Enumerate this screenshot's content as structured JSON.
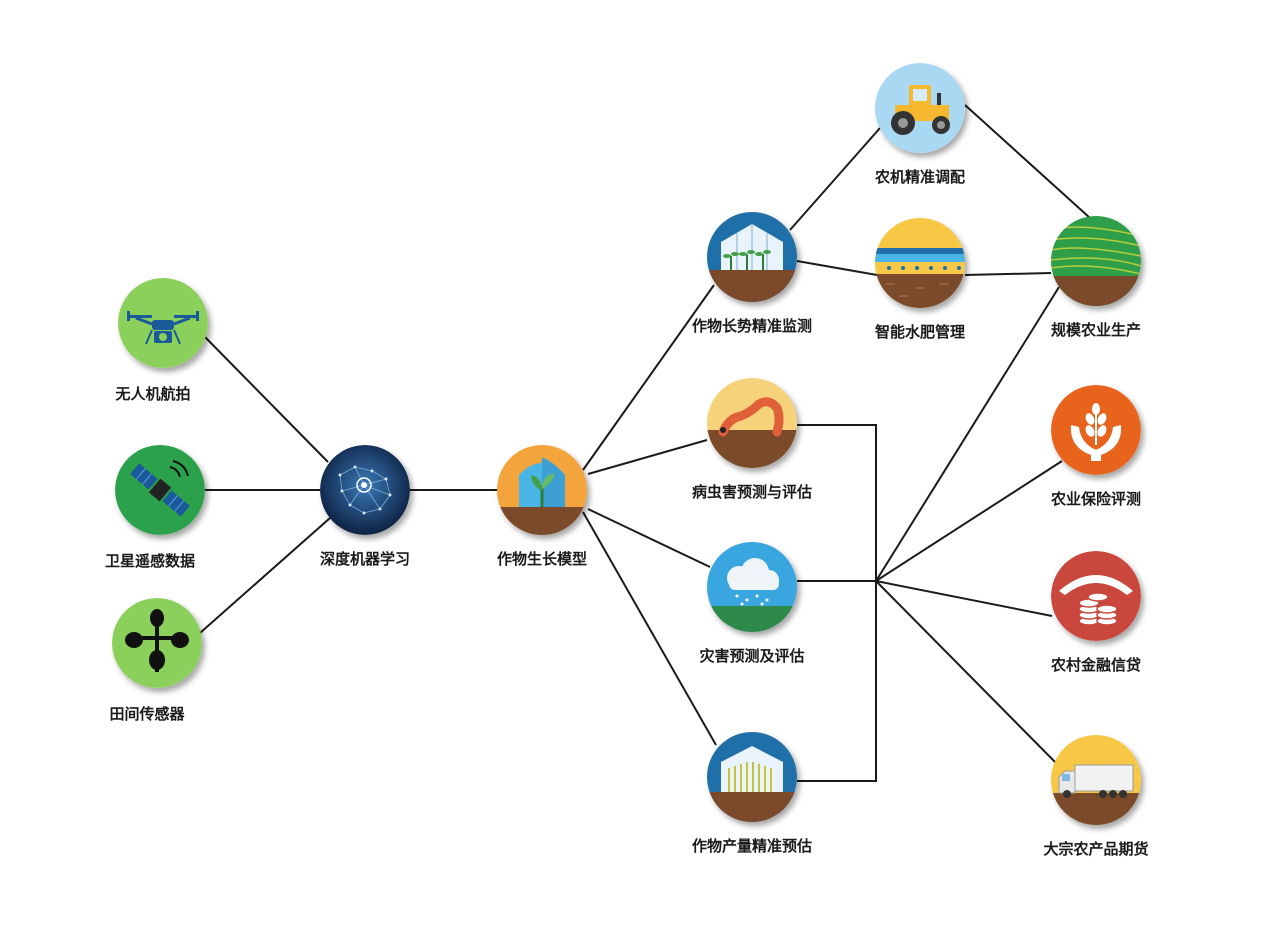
{
  "nodes": {
    "drone": {
      "label": "无人机航拍"
    },
    "satellite": {
      "label": "卫星遥感数据"
    },
    "sensor": {
      "label": "田间传感器"
    },
    "deep_learning": {
      "label": "深度机器学习"
    },
    "crop_model": {
      "label": "作物生长模型"
    },
    "growth_monitor": {
      "label": "作物长势精准监测"
    },
    "pest": {
      "label": "病虫害预测与评估"
    },
    "disaster": {
      "label": "灾害预测及评估"
    },
    "yield": {
      "label": "作物产量精准预估"
    },
    "machinery": {
      "label": "农机精准调配"
    },
    "water_fertilizer": {
      "label": "智能水肥管理"
    },
    "scale_production": {
      "label": "规模农业生产"
    },
    "insurance": {
      "label": "农业保险评测"
    },
    "finance": {
      "label": "农村金融信贷"
    },
    "futures": {
      "label": "大宗农产品期货"
    }
  },
  "icons": {
    "drone": "drone-icon",
    "satellite": "satellite-icon",
    "sensor": "anemometer-icon",
    "deep_learning": "ai-brain-icon",
    "crop_model": "seedling-greenhouse-icon",
    "growth_monitor": "greenhouse-seedlings-icon",
    "pest": "worm-icon",
    "disaster": "rain-cloud-icon",
    "yield": "greenhouse-wheat-icon",
    "machinery": "tractor-icon",
    "water_fertilizer": "irrigation-icon",
    "scale_production": "field-icon",
    "insurance": "hands-wheat-icon",
    "finance": "hands-coins-icon",
    "futures": "truck-icon"
  },
  "colors": {
    "input_green": "#8bd05a",
    "line": "#1a1a1a",
    "soil": "#7a4a2a"
  }
}
